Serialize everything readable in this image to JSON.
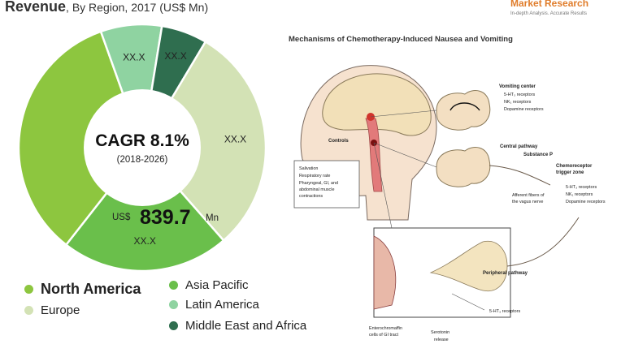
{
  "header": {
    "title_bold": "Revenue",
    "title_rest": ", By Region, 2017 (US$ Mn)",
    "brand_name": "Market Research",
    "brand_tagline": "In-depth Analysis. Accurate Results"
  },
  "chart_data": {
    "type": "pie",
    "title": "Revenue, By Region, 2017 (US$ Mn)",
    "categories": [
      "North America",
      "Europe",
      "Asia Pacific",
      "Latin America",
      "Middle East and Africa"
    ],
    "values": [
      34,
      30,
      22,
      8,
      6
    ],
    "value_labels": [
      "",
      "XX.X",
      "XX.X",
      "XX.X",
      "XX.X"
    ],
    "colors": [
      "#8dc63f",
      "#d3e2b5",
      "#6abf4b",
      "#8fd3a1",
      "#2f6e4f"
    ],
    "center": {
      "cagr": "CAGR 8.1%",
      "period": "(2018-2026)",
      "currency": "US$",
      "value": "839.7",
      "unit": "Mn"
    },
    "legend": [
      {
        "label": "North America",
        "color": "#8dc63f",
        "bold": true
      },
      {
        "label": "Asia Pacific",
        "color": "#6abf4b",
        "bold": false
      },
      {
        "label": "Europe",
        "color": "#d3e2b5",
        "bold": false
      },
      {
        "label": "Latin America",
        "color": "#8fd3a1",
        "bold": false
      },
      {
        "label": "Middle East and Africa",
        "color": "#2f6e4f",
        "bold": false
      }
    ]
  },
  "diagram": {
    "title": "Mechanisms of Chemotherapy-Induced Nausea and Vomiting",
    "controls_title": "Controls",
    "controls_items": [
      "Salivation",
      "Respiratory rate",
      "Pharyngeal, GI, and",
      "abdominal muscle",
      "contractions"
    ],
    "vomiting_center_title": "Vomiting center",
    "vomiting_center_items": [
      "5-HT₃ receptors",
      "NK₁ receptors",
      "Dopamine receptors"
    ],
    "central_pathway": "Central pathway",
    "substance_p": "Substance P",
    "ctz_title": [
      "Chemoreceptor",
      "trigger zone"
    ],
    "ctz_items": [
      "5-HT₃ receptors",
      "NK₁ receptors",
      "Dopamine receptors"
    ],
    "afferent": [
      "Afferent fibers of",
      "the vagus nerve"
    ],
    "peripheral_pathway": "Peripheral pathway",
    "receptor_label": "5-HT₃ receptors",
    "enterochromaffin": [
      "Enterochromaffin",
      "cells of GI tract"
    ],
    "serotonin": [
      "Serotonin",
      "release"
    ]
  }
}
